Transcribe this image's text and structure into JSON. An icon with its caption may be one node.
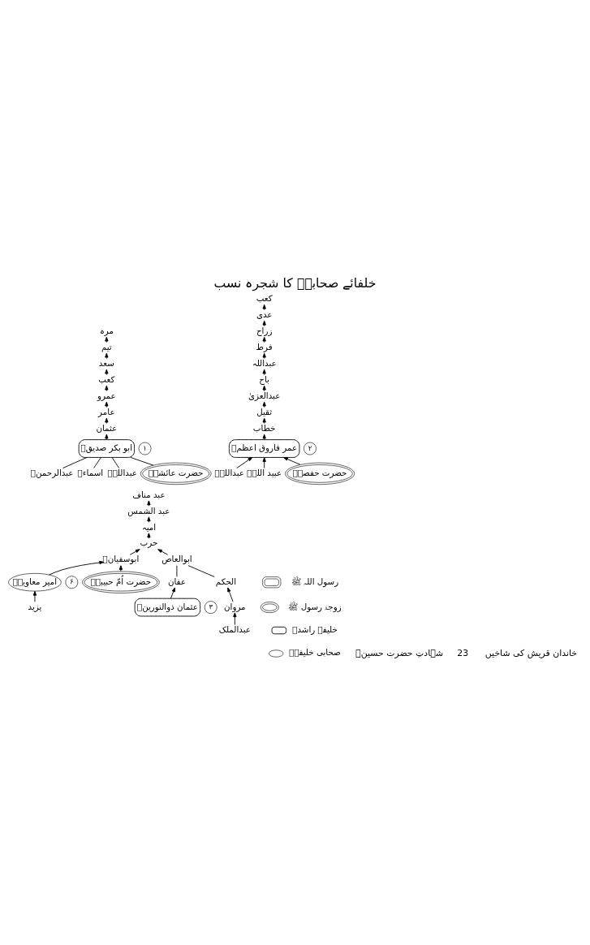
{
  "diagram": {
    "title": "خلفائے صحابہؓ کا شجرہ نسب",
    "nodes": [
      {
        "text": [
          "کعب"
        ]
      },
      {
        "text": [
          "عدی"
        ]
      },
      {
        "text": [
          "زراح"
        ]
      },
      {
        "text": [
          "فرط"
        ]
      },
      {
        "text": [
          "عبداللہ"
        ]
      },
      {
        "text": [
          "باح"
        ]
      },
      {
        "text": [
          "عبدالعزیٰ"
        ]
      },
      {
        "text": [
          "ثقیل"
        ]
      },
      {
        "text": [
          "خطاب"
        ]
      },
      {
        "text": [
          "عمر فاروق اعظمؓ"
        ],
        "beside": [
          "۲"
        ]
      },
      {
        "text": [
          "عبداللہؓ"
        ]
      },
      {
        "text": [
          "عبید اللہؓ"
        ]
      },
      {
        "text": [
          "حضرت حفصہؓ"
        ]
      },
      {
        "text": [
          "مرہ"
        ]
      },
      {
        "text": [
          "تیم"
        ]
      },
      {
        "text": [
          "سعد"
        ]
      },
      {
        "text": [
          "کعب"
        ]
      },
      {
        "text": [
          "عمرو"
        ]
      },
      {
        "text": [
          "عامر"
        ]
      },
      {
        "text": [
          "عثمان"
        ]
      },
      {
        "text": [
          "ابو بکر صدیقؓ"
        ],
        "beside": [
          "۱"
        ]
      },
      {
        "text": [
          "عبداللہؓ"
        ]
      },
      {
        "text": [
          "عبدالرحمنؓ"
        ]
      },
      {
        "text": [
          "اسماءؓ"
        ]
      },
      {
        "text": [
          "حضرت عائشہؓ"
        ]
      },
      {
        "text": [
          "عبد مناف"
        ]
      },
      {
        "text": [
          "عبد الشمس"
        ]
      },
      {
        "text": [
          "امیہ"
        ]
      },
      {
        "text": [
          "حرب"
        ]
      },
      {
        "text": [
          "ابوسفیانؓ"
        ]
      },
      {
        "text": [
          "ابوالعاص"
        ]
      },
      {
        "text": [
          "عفان"
        ]
      },
      {
        "text": [
          "الحکم"
        ]
      },
      {
        "text": [
          "عثمان ذوالنورینؓ"
        ],
        "beside": [
          "۳"
        ]
      },
      {
        "text": [
          "مروان"
        ]
      },
      {
        "text": [
          "عبدالملک"
        ]
      },
      {
        "text": [
          "امیر معاویہؓ"
        ],
        "beside": [
          "۶"
        ]
      },
      {
        "text": [
          "حضرت اُمّ حبیبہؓ"
        ]
      },
      {
        "text": [
          "یزید"
        ]
      }
    ],
    "edges": [
      {
        "from": 1,
        "to": 0,
        "arrow": "to"
      },
      {
        "from": 2,
        "to": 1,
        "arrow": "to"
      },
      {
        "from": 3,
        "to": 2,
        "arrow": "to"
      },
      {
        "from": 4,
        "to": 3,
        "arrow": "to"
      },
      {
        "from": 5,
        "to": 4,
        "arrow": "to"
      },
      {
        "from": 6,
        "to": 5,
        "arrow": "to"
      },
      {
        "from": 7,
        "to": 6,
        "arrow": "to"
      },
      {
        "from": 8,
        "to": 7,
        "arrow": "to"
      },
      {
        "from": 9,
        "to": 8,
        "arrow": "to"
      },
      {
        "from": 10,
        "to": 9,
        "arrow": "to"
      },
      {
        "from": 11,
        "to": 9,
        "arrow": "to"
      },
      {
        "from": 12,
        "to": 9,
        "arrow": "to"
      },
      {
        "from": 14,
        "to": 13,
        "arrow": "to"
      },
      {
        "from": 15,
        "to": 14,
        "arrow": "to"
      },
      {
        "from": 16,
        "to": 15,
        "arrow": "to"
      },
      {
        "from": 17,
        "to": 16,
        "arrow": "to"
      },
      {
        "from": 18,
        "to": 17,
        "arrow": "to"
      },
      {
        "from": 19,
        "to": 18,
        "arrow": "to"
      },
      {
        "from": 20,
        "to": 19,
        "arrow": "to"
      },
      {
        "from": 21,
        "to": 20,
        "arrow": "none"
      },
      {
        "from": 22,
        "to": 20,
        "arrow": "none"
      },
      {
        "from": 23,
        "to": 20,
        "arrow": "none"
      },
      {
        "from": 24,
        "to": 20,
        "arrow": "none"
      },
      {
        "from": 26,
        "to": 25,
        "arrow": "to"
      },
      {
        "from": 27,
        "to": 26,
        "arrow": "to"
      },
      {
        "from": 28,
        "to": 27,
        "arrow": "to"
      },
      {
        "from": 29,
        "to": 28,
        "arrow": "to"
      },
      {
        "from": 30,
        "to": 28,
        "arrow": "to"
      },
      {
        "from": 31,
        "to": 30,
        "arrow": "none"
      },
      {
        "from": 32,
        "to": 30,
        "arrow": "none"
      },
      {
        "from": 33,
        "to": 31,
        "arrow": "to"
      },
      {
        "from": 34,
        "to": 32,
        "arrow": "to"
      },
      {
        "from": 35,
        "to": 34,
        "arrow": "to"
      },
      {
        "from": 36,
        "to": 29,
        "arrow": "to"
      },
      {
        "from": 37,
        "to": 29,
        "arrow": "to"
      },
      {
        "from": 38,
        "to": 36,
        "arrow": "to"
      }
    ],
    "labels": [
      "شہادتِ حضرت حسینؓ",
      "23",
      "خاندان قریش کی شاخیں"
    ],
    "legend": [
      {
        "text": "رسول اللہ ﷺ"
      },
      {
        "text": "زوجۂ رسول ﷺ"
      },
      {
        "text": "خلیفہ راشدؓ"
      },
      {
        "text": "صحابی خلیفہؓ"
      }
    ]
  }
}
